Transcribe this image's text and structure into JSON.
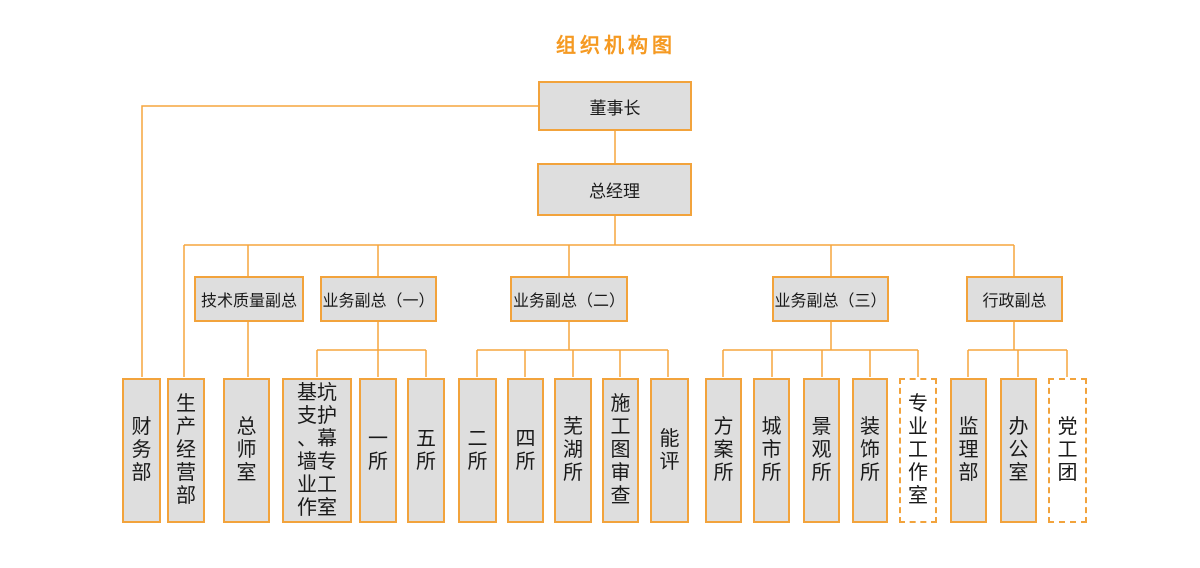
{
  "title": "组织机构图",
  "colors": {
    "accent_border": "#F2A33C",
    "connector_line": "#F5A53E",
    "box_fill": "#DEDEDE",
    "dashed_box_fill": "#FFFFFF",
    "title_text": "#F59A23",
    "box_text": "#1A1A1A"
  },
  "nodes": {
    "chairman": "董事长",
    "general_manager": "总经理",
    "tech_quality_vp": "技术质量副总",
    "business_vp_1": "业务副总（一）",
    "business_vp_2": "业务副总（二）",
    "business_vp_3": "业务副总（三）",
    "admin_vp": "行政副总",
    "finance_dept": "财务部",
    "production_dept": "生产经营部",
    "chief_engineer_office": "总师室",
    "pit_curtainwall_studio": "基坑支护、幕墙专业工作室",
    "institute_1": "一所",
    "institute_5": "五所",
    "institute_2": "二所",
    "institute_4": "四所",
    "wuhu_institute": "芜湖所",
    "construction_drawing_review": "施工图审查",
    "energy_evaluation": "能评",
    "scheme_institute": "方案所",
    "urban_institute": "城市所",
    "landscape_institute": "景观所",
    "decoration_institute": "装饰所",
    "professional_studio": "专业工作室",
    "supervision_dept": "监理部",
    "general_office": "办公室",
    "party_labor_youth_group": "党工团"
  }
}
